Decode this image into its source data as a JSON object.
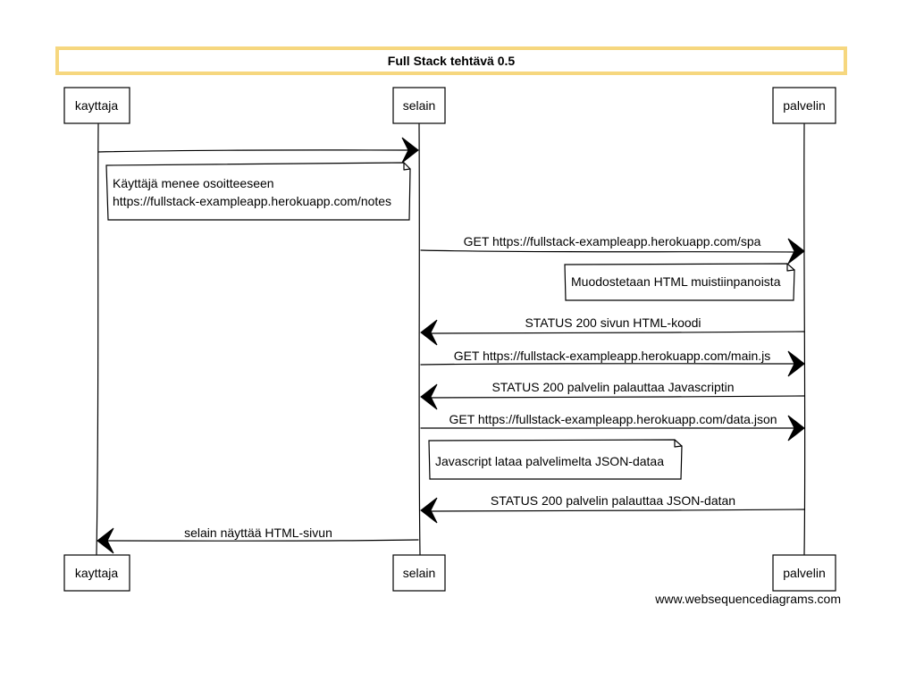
{
  "title": "Full Stack tehtävä 0.5",
  "participants": [
    {
      "id": "kayttaja",
      "label": "kayttaja"
    },
    {
      "id": "selain",
      "label": "selain"
    },
    {
      "id": "palvelin",
      "label": "palvelin"
    }
  ],
  "messages": [
    {
      "from": "kayttaja",
      "to": "selain",
      "label": ""
    },
    {
      "from": "selain",
      "to": "palvelin",
      "label": "GET https://fullstack-exampleapp.herokuapp.com/spa"
    },
    {
      "from": "palvelin",
      "to": "selain",
      "label": "STATUS 200 sivun HTML-koodi"
    },
    {
      "from": "selain",
      "to": "palvelin",
      "label": "GET https://fullstack-exampleapp.herokuapp.com/main.js"
    },
    {
      "from": "palvelin",
      "to": "selain",
      "label": "STATUS 200 palvelin palauttaa Javascriptin"
    },
    {
      "from": "selain",
      "to": "palvelin",
      "label": "GET https://fullstack-exampleapp.herokuapp.com/data.json"
    },
    {
      "from": "palvelin",
      "to": "selain",
      "label": "STATUS 200 palvelin palauttaa JSON-datan"
    },
    {
      "from": "selain",
      "to": "kayttaja",
      "label": "selain näyttää HTML-sivun"
    }
  ],
  "notes": [
    {
      "lines": [
        "Käyttäjä menee osoitteeseen",
        "https://fullstack-exampleapp.herokuapp.com/notes"
      ]
    },
    {
      "lines": [
        "Muodostetaan HTML muistiinpanoista"
      ]
    },
    {
      "lines": [
        "Javascript lataa palvelimelta JSON-dataa"
      ]
    }
  ],
  "watermark": "www.websequencediagrams.com"
}
